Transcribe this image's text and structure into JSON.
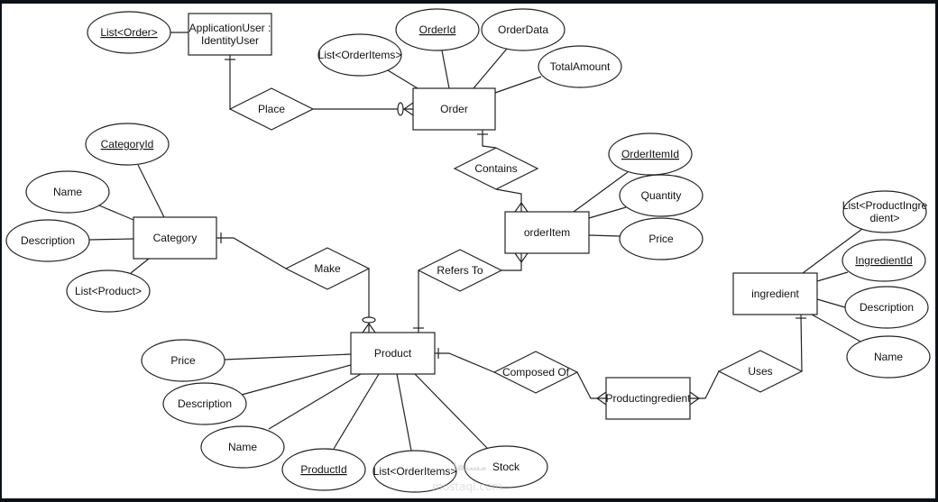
{
  "diagram": {
    "type": "ER diagram (crow's foot)",
    "entities": [
      {
        "id": "appuser",
        "label_lines": [
          "ApplicationUser :",
          "IdentityUser"
        ]
      },
      {
        "id": "order",
        "label_lines": [
          "Order"
        ]
      },
      {
        "id": "category",
        "label_lines": [
          "Category"
        ]
      },
      {
        "id": "orderitem",
        "label_lines": [
          "orderItem"
        ]
      },
      {
        "id": "product",
        "label_lines": [
          "Product"
        ]
      },
      {
        "id": "ingredient",
        "label_lines": [
          "ingredient"
        ]
      },
      {
        "id": "productingredient",
        "label_lines": [
          "Productingredient"
        ]
      }
    ],
    "attributes": [
      {
        "entity": "appuser",
        "label_lines": [
          "List<Order>"
        ],
        "key": true
      },
      {
        "entity": "order",
        "label_lines": [
          "OrderId"
        ],
        "key": true
      },
      {
        "entity": "order",
        "label_lines": [
          "OrderData"
        ],
        "key": false
      },
      {
        "entity": "order",
        "label_lines": [
          "List<OrderItems>"
        ],
        "key": false
      },
      {
        "entity": "order",
        "label_lines": [
          "TotalAmount"
        ],
        "key": false
      },
      {
        "entity": "category",
        "label_lines": [
          "CategoryId"
        ],
        "key": true
      },
      {
        "entity": "category",
        "label_lines": [
          "Name"
        ],
        "key": false
      },
      {
        "entity": "category",
        "label_lines": [
          "Description"
        ],
        "key": false
      },
      {
        "entity": "category",
        "label_lines": [
          "List<Product>"
        ],
        "key": false
      },
      {
        "entity": "orderitem",
        "label_lines": [
          "OrderItemId"
        ],
        "key": true
      },
      {
        "entity": "orderitem",
        "label_lines": [
          "Quantity"
        ],
        "key": false
      },
      {
        "entity": "orderitem",
        "label_lines": [
          "Price"
        ],
        "key": false
      },
      {
        "entity": "ingredient",
        "label_lines": [
          "List<ProductIngre",
          "dient>"
        ],
        "key": false
      },
      {
        "entity": "ingredient",
        "label_lines": [
          "IngredientId"
        ],
        "key": true
      },
      {
        "entity": "ingredient",
        "label_lines": [
          "Description"
        ],
        "key": false
      },
      {
        "entity": "ingredient",
        "label_lines": [
          "Name"
        ],
        "key": false
      },
      {
        "entity": "product",
        "label_lines": [
          "Price"
        ],
        "key": false
      },
      {
        "entity": "product",
        "label_lines": [
          "Description"
        ],
        "key": false
      },
      {
        "entity": "product",
        "label_lines": [
          "Name"
        ],
        "key": false
      },
      {
        "entity": "product",
        "label_lines": [
          "ProductId"
        ],
        "key": true
      },
      {
        "entity": "product",
        "label_lines": [
          "List<OrderItems>"
        ],
        "key": false
      },
      {
        "entity": "product",
        "label_lines": [
          "Stock"
        ],
        "key": false
      }
    ],
    "relationships": [
      {
        "label": "Place",
        "from": "appuser",
        "from_card": "one",
        "to": "order",
        "to_card": "zero-or-many"
      },
      {
        "label": "Contains",
        "from": "order",
        "from_card": "one",
        "to": "orderitem",
        "to_card": "many"
      },
      {
        "label": "Make",
        "from": "category",
        "from_card": "one",
        "to": "product",
        "to_card": "zero-or-many"
      },
      {
        "label": "Refers To",
        "from": "orderitem",
        "from_card": "many",
        "to": "product",
        "to_card": "one"
      },
      {
        "label": "Composed Of",
        "from": "product",
        "from_card": "one",
        "to": "productingredient",
        "to_card": "many"
      },
      {
        "label": "Uses",
        "from": "productingredient",
        "from_card": "many",
        "to": "ingredient",
        "to_card": "one"
      }
    ]
  },
  "watermark": {
    "arabic": "مستقل",
    "latin": "mostaql.com"
  },
  "colors": {
    "stroke": "#222222",
    "background": "#ffffff",
    "frame": "#0d1117"
  }
}
